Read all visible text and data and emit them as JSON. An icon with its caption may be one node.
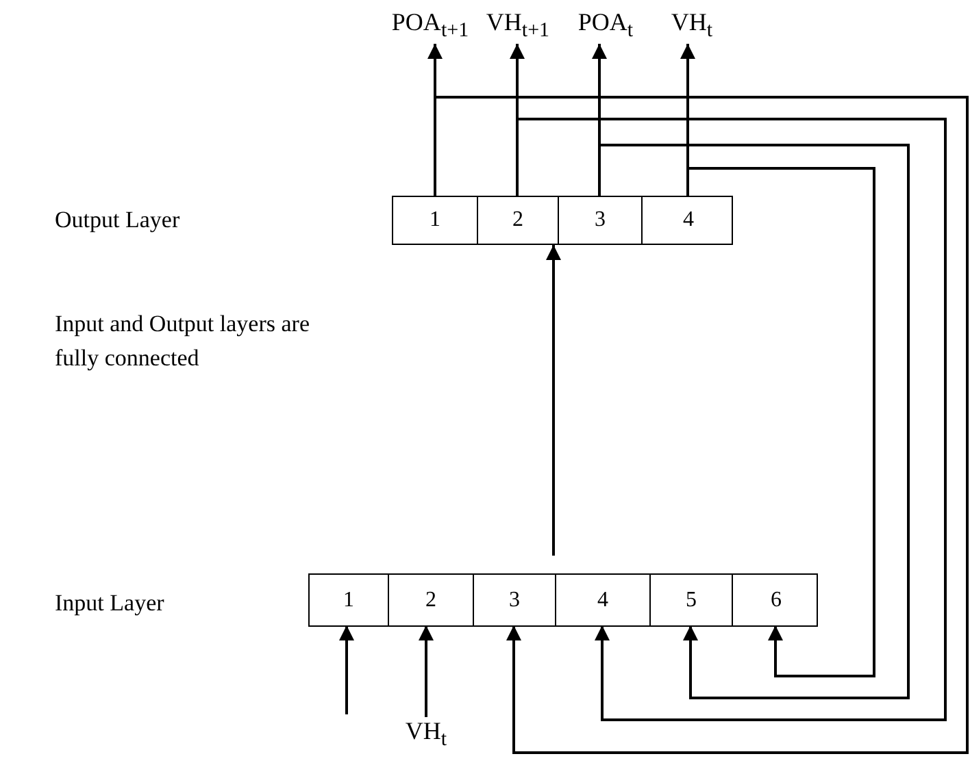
{
  "diagram": {
    "nodes": [
      {
        "text": [],
        "shape": "box"
      },
      {
        "text": [
          "1"
        ],
        "in": 0
      },
      {
        "text": [
          "2"
        ],
        "in": 0
      },
      {
        "text": [
          "3"
        ],
        "in": 0
      },
      {
        "text": [
          "4"
        ],
        "in": 0
      },
      {
        "text": [],
        "shape": "box"
      },
      {
        "text": [
          "1"
        ],
        "in": 5
      },
      {
        "text": [
          "2"
        ],
        "in": 5
      },
      {
        "text": [
          "3"
        ],
        "in": 5
      },
      {
        "text": [
          "4"
        ],
        "in": 5
      },
      {
        "text": [
          "5"
        ],
        "in": 5
      },
      {
        "text": [
          "6"
        ],
        "in": 5
      },
      {
        "text": [
          "POA$_{t+1}$"
        ]
      },
      {
        "text": [
          "VH$_{t+1}$"
        ]
      },
      {
        "text": [
          "POA$_{t}$"
        ]
      },
      {
        "text": [
          "VH$_{t}$"
        ]
      },
      {
        "text": [
          "VH$_{t}$"
        ]
      }
    ],
    "edges": [
      {
        "from": 1,
        "to": 12,
        "arrow": "to"
      },
      {
        "from": 2,
        "to": 13,
        "arrow": "to"
      },
      {
        "from": 3,
        "to": 14,
        "arrow": "to"
      },
      {
        "from": 4,
        "to": 15,
        "arrow": "to"
      },
      {
        "from": 1,
        "to": 8,
        "arrow": "to"
      },
      {
        "from": 2,
        "to": 9,
        "arrow": "to"
      },
      {
        "from": 3,
        "to": 10,
        "arrow": "to"
      },
      {
        "from": 4,
        "to": 11,
        "arrow": "to"
      },
      {
        "from": 5,
        "to": 0,
        "arrow": "to"
      },
      {
        "from": null,
        "to": 6,
        "arrow": "to"
      },
      {
        "from": 16,
        "to": 7,
        "arrow": "to"
      }
    ],
    "labels": [
      "Output Layer",
      "Input and Output layers are fully connected",
      "Input Layer"
    ]
  }
}
